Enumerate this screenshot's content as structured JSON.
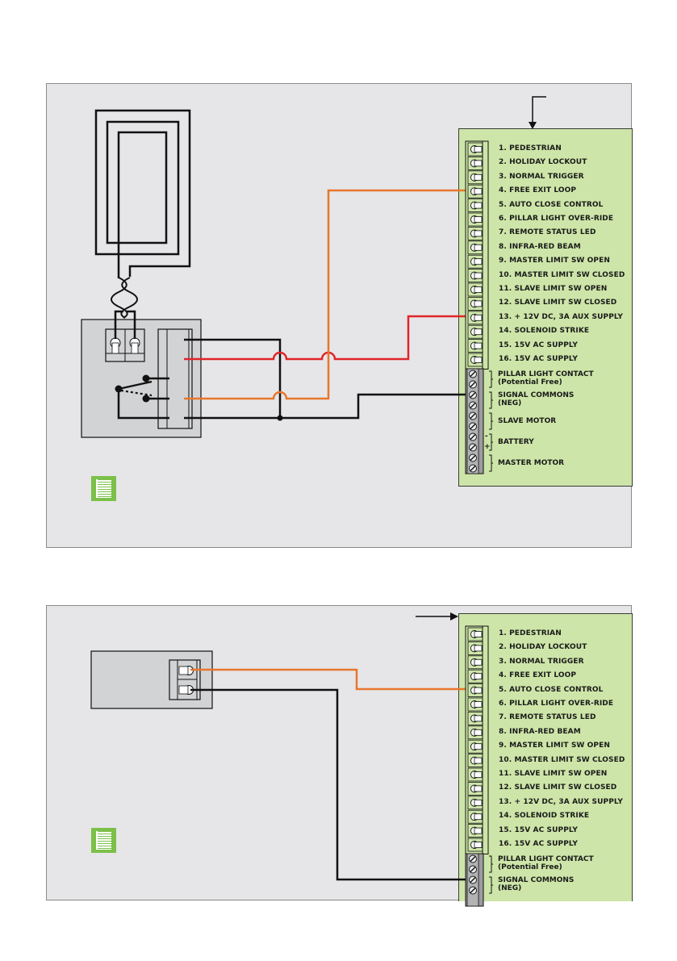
{
  "diagram1": {
    "board_terminals": [
      "1. PEDESTRIAN",
      "2. HOLIDAY LOCKOUT",
      "3. NORMAL TRIGGER",
      "4. FREE EXIT LOOP",
      "5. AUTO CLOSE CONTROL",
      "6. PILLAR LIGHT OVER-RIDE",
      "7. REMOTE STATUS LED",
      "8. INFRA-RED BEAM",
      "9. MASTER LIMIT SW OPEN",
      "10. MASTER LIMIT SW CLOSED",
      "11. SLAVE LIMIT SW OPEN",
      "12. SLAVE LIMIT SW CLOSED",
      "13. + 12V DC, 3A AUX SUPPLY",
      "14. SOLENOID STRIKE",
      "15. 15V AC SUPPLY",
      "16. 15V AC SUPPLY"
    ],
    "screw_groups": [
      {
        "line1": "PILLAR LIGHT CONTACT",
        "line2": "(Potential Free)"
      },
      {
        "line1": "SIGNAL COMMONS",
        "line2": "(NEG)"
      },
      {
        "line1": "SLAVE MOTOR",
        "line2": ""
      },
      {
        "line1": "BATTERY",
        "line2": "",
        "polarity_top": "-",
        "polarity_bottom": "+"
      },
      {
        "line1": "MASTER MOTOR",
        "line2": ""
      }
    ],
    "wire_colors": {
      "orange": "#e8762d",
      "red": "#e0262b",
      "black": "#111111"
    },
    "icon": "manual-book-icon"
  },
  "diagram2": {
    "board_terminals": [
      "1. PEDESTRIAN",
      "2. HOLIDAY LOCKOUT",
      "3. NORMAL TRIGGER",
      "4. FREE EXIT LOOP",
      "5. AUTO CLOSE CONTROL",
      "6. PILLAR LIGHT OVER-RIDE",
      "7. REMOTE STATUS LED",
      "8. INFRA-RED BEAM",
      "9. MASTER LIMIT SW OPEN",
      "10. MASTER LIMIT SW CLOSED",
      "11. SLAVE LIMIT SW OPEN",
      "12. SLAVE LIMIT SW CLOSED",
      "13. + 12V DC, 3A AUX SUPPLY",
      "14. SOLENOID STRIKE",
      "15. 15V AC SUPPLY",
      "16. 15V AC SUPPLY"
    ],
    "screw_groups": [
      {
        "line1": "PILLAR LIGHT CONTACT",
        "line2": "(Potential Free)"
      },
      {
        "line1": "SIGNAL COMMONS",
        "line2": "(NEG)"
      }
    ],
    "icon": "manual-book-icon"
  }
}
